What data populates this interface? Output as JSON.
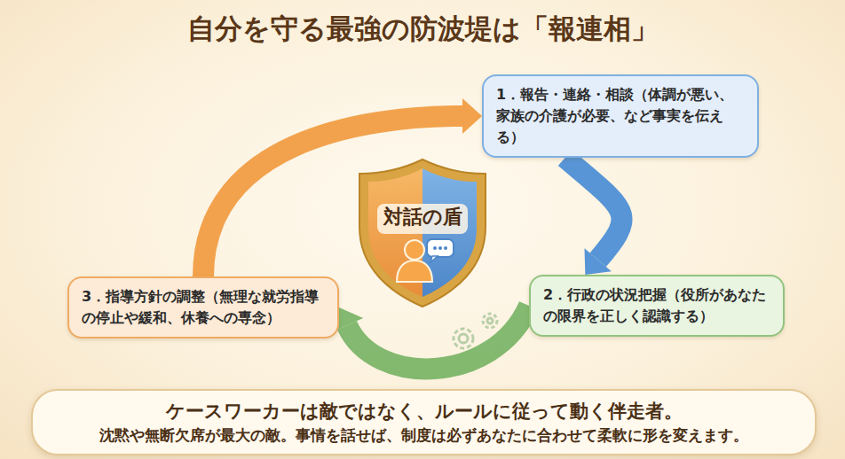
{
  "diagram": {
    "title": "自分を守る最強の防波堤は「報連相」",
    "nodes": [
      {
        "text": [
          "1．報告・連絡・相談（体調が悪い、家族の介護が必要、など事実を伝える）"
        ]
      },
      {
        "text": [
          "対話の盾"
        ]
      },
      {
        "text": [
          "2．行政の状況把握（役所があなたの限界を正しく認識する）"
        ]
      },
      {
        "text": [
          "3．指導方針の調整（無理な就労指導の停止や緩和、休養への専念）"
        ]
      },
      {
        "text": [
          "ケースワーカーは敵ではなく、ルールに従って動く伴走者。",
          "沈黙や無断欠席が最大の敵。事情を話せば、制度は必ずあなたに合わせて柔軟に形を変えます。"
        ]
      }
    ],
    "edges": [
      {
        "from": 0,
        "to": 2,
        "arrow": "to"
      },
      {
        "from": 2,
        "to": 3,
        "arrow": "to"
      },
      {
        "from": 3,
        "to": 0,
        "arrow": "to"
      }
    ]
  }
}
